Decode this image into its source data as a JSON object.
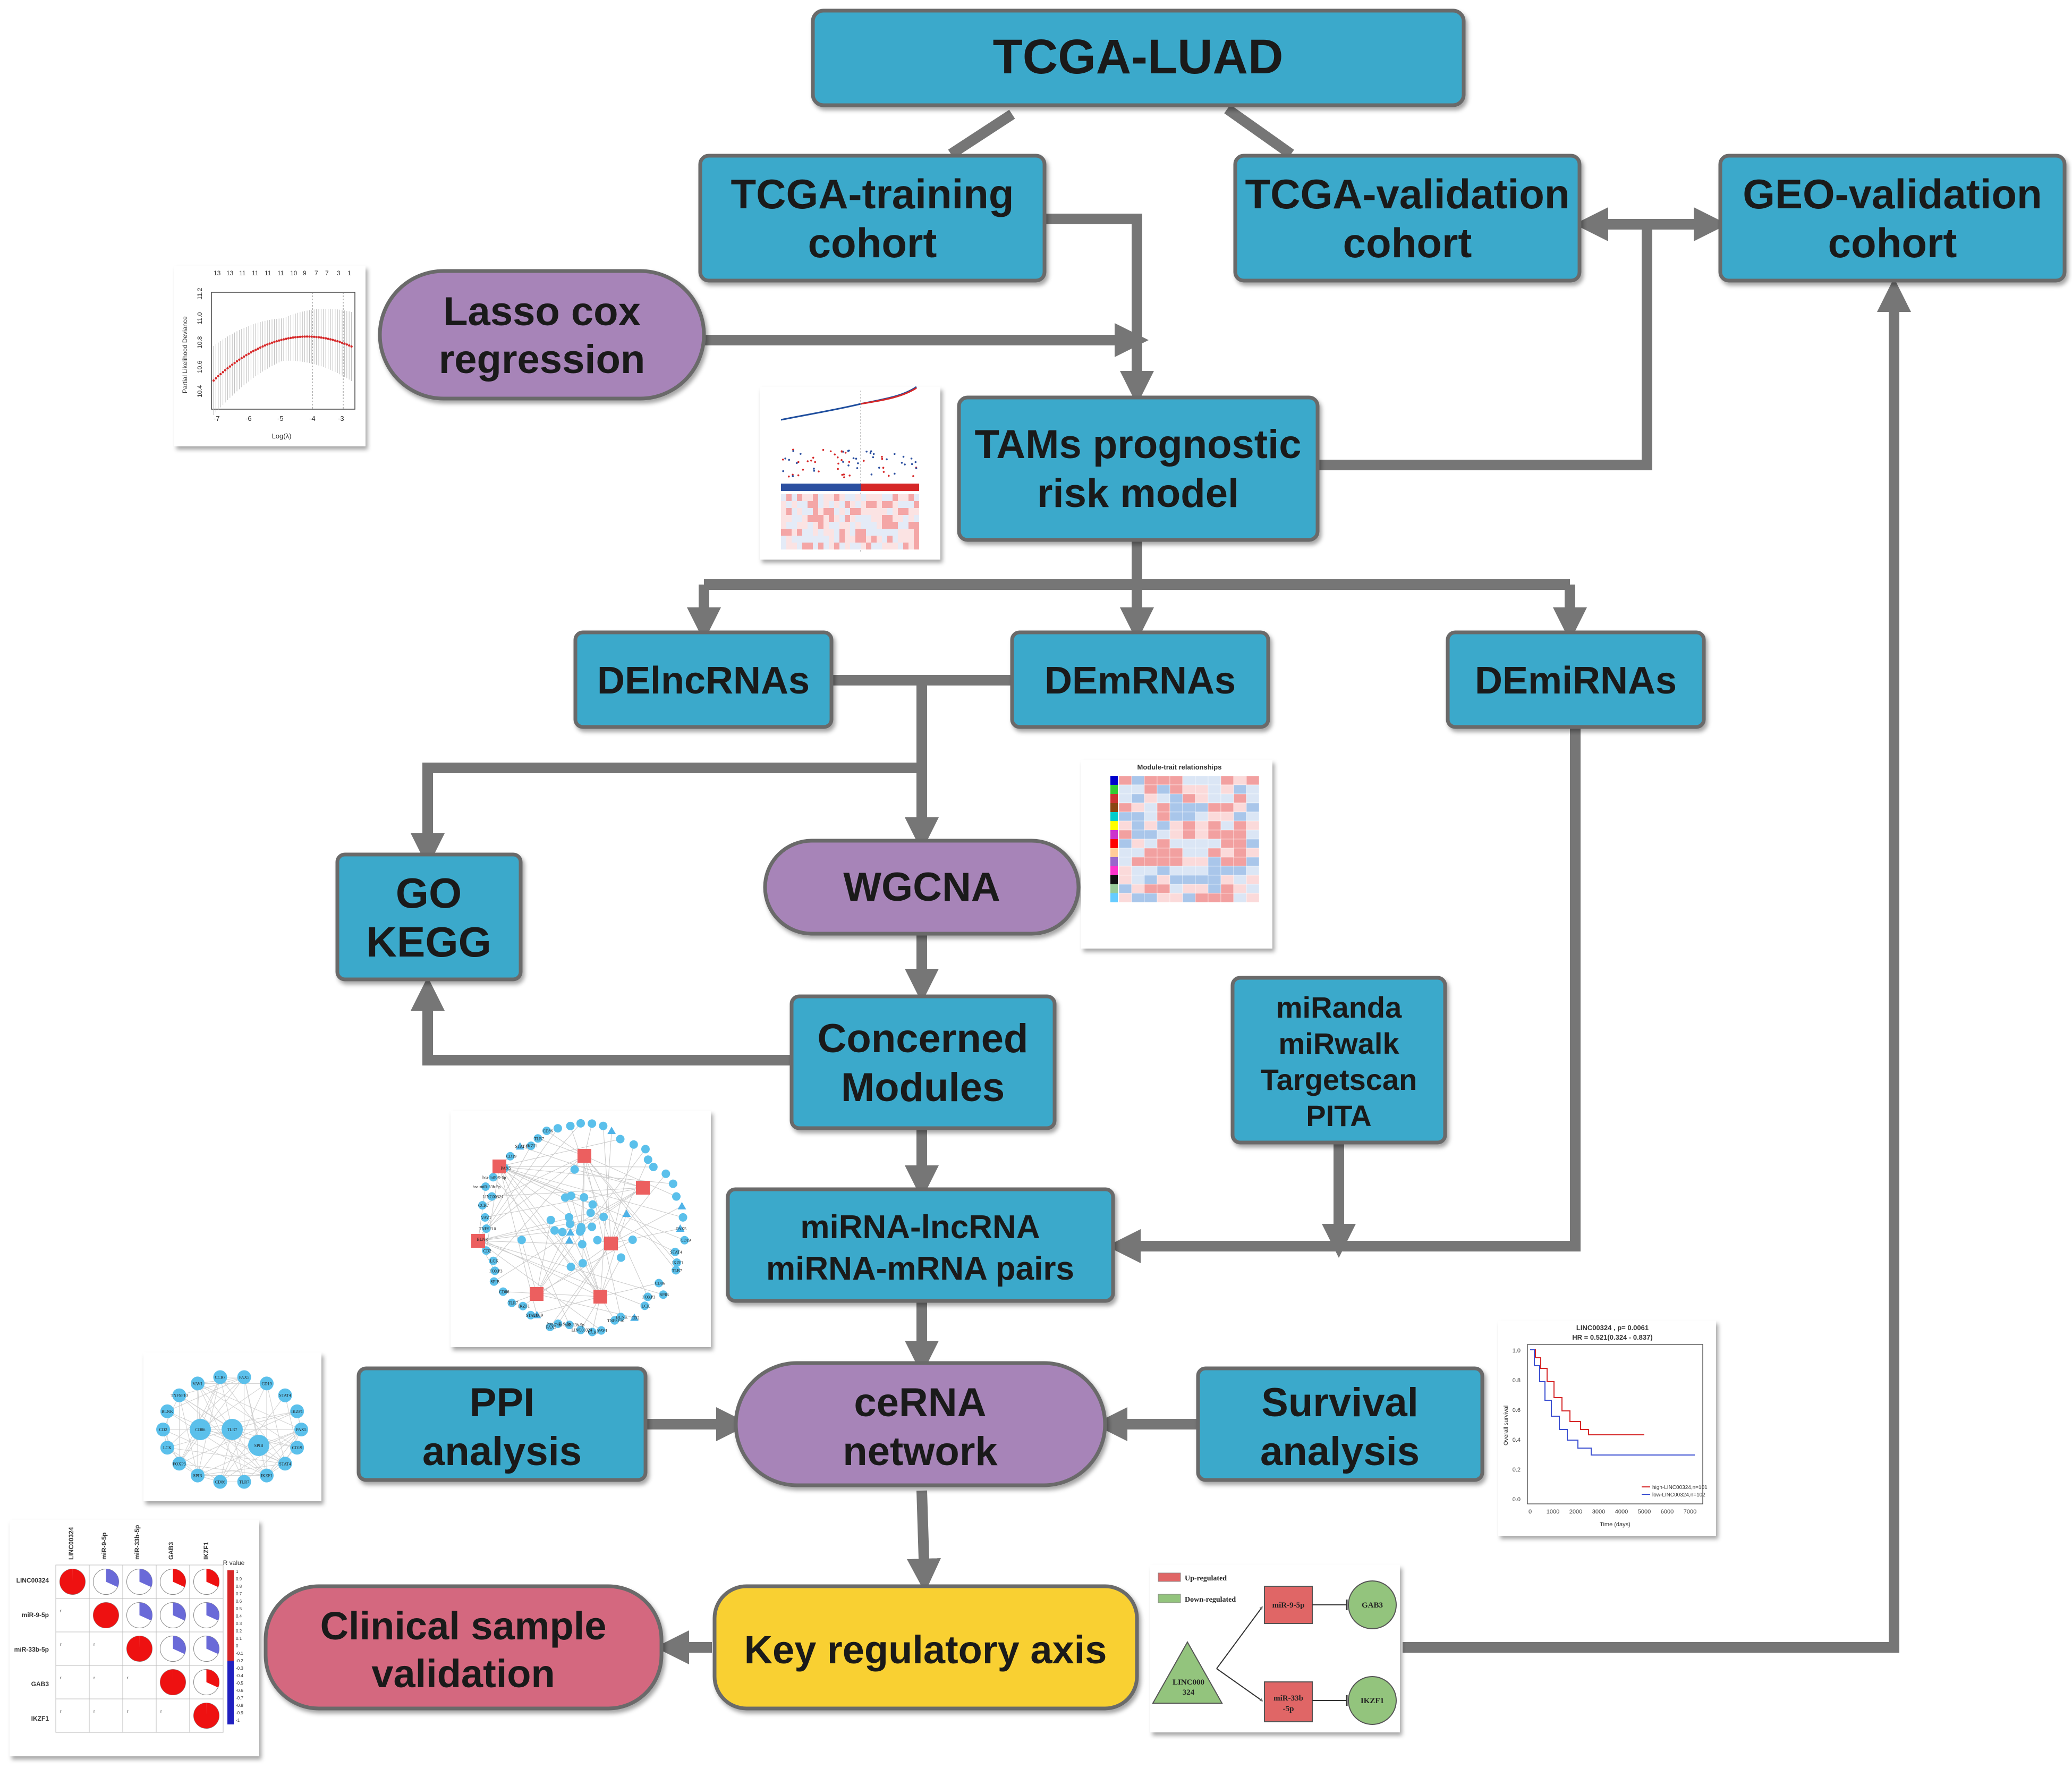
{
  "colors": {
    "teal_box": "#3aa9cb",
    "purple_oval": "#a784b8",
    "yellow_box": "#f9d030",
    "pink_box": "#d4687f",
    "border": "#6b6b6b",
    "arrow": "#767676"
  },
  "nodes": {
    "tcga_luad": "TCGA-LUAD",
    "tcga_training": [
      "TCGA-training",
      "cohort"
    ],
    "tcga_validation": [
      "TCGA-validation",
      "cohort"
    ],
    "geo_validation": [
      "GEO-validation",
      "cohort"
    ],
    "lasso": [
      "Lasso cox",
      "regression"
    ],
    "tams_model": [
      "TAMs prognostic",
      "risk model"
    ],
    "delncrnas": "DElncRNAs",
    "demrnas": "DEmRNAs",
    "demirnas": "DEmiRNAs",
    "go_kegg": [
      "GO",
      "KEGG"
    ],
    "wgcna": "WGCNA",
    "concerned_modules": [
      "Concerned",
      "Modules"
    ],
    "target_tools": [
      "miRanda",
      "miRwalk",
      "Targetscan",
      "PITA"
    ],
    "mirna_pairs": [
      "miRNA-lncRNA",
      "miRNA-mRNA pairs"
    ],
    "ppi": [
      "PPI",
      "analysis"
    ],
    "cerna": [
      "ceRNA",
      "network"
    ],
    "survival": [
      "Survival",
      "analysis"
    ],
    "key_axis": "Key regulatory axis",
    "clinical": [
      "Clinical sample",
      "validation"
    ]
  },
  "thumbnails": {
    "lasso_plot": {
      "top_ticks": [
        "13",
        "13",
        "11",
        "11",
        "11",
        "11",
        "10",
        "9",
        "7",
        "7",
        "3",
        "1"
      ],
      "y_ticks": [
        "11.2",
        "11.0",
        "10.8",
        "10.6",
        "10.4"
      ],
      "x_ticks": [
        "-7",
        "-6",
        "-5",
        "-4",
        "-3"
      ],
      "ylabel": "Partial Likelihood Deviance",
      "xlabel": "Log(λ)"
    },
    "module_trait": {
      "title": "Module-trait relationships"
    },
    "survival_plot": {
      "title_line1": "LINC00324 , p= 0.0061",
      "title_line2": "HR = 0.521(0.324 - 0.837)",
      "y_ticks": [
        "1.0",
        "0.8",
        "0.6",
        "0.4",
        "0.2",
        "0.0"
      ],
      "x_ticks": [
        "0",
        "1000",
        "2000",
        "3000",
        "4000",
        "5000",
        "6000",
        "7000"
      ],
      "ylabel": "Overall survival",
      "xlabel": "Time (days)",
      "legend_high": "high-LINC00324,n=101",
      "legend_low": "low-LINC00324,n=102"
    },
    "corr_plot": {
      "columns": [
        "LINC00324",
        "miR-9-5p",
        "miR-33b-5p",
        "GAB3",
        "IKZF1"
      ],
      "rows": [
        "LINC00324",
        "miR-9-5p",
        "miR-33b-5p",
        "GAB3",
        "IKZF1"
      ],
      "scale_label": "R value",
      "scale_ticks": [
        "1",
        "0.9",
        "0.8",
        "0.7",
        "0.6",
        "0.5",
        "0.4",
        "0.3",
        "0.2",
        "0.1",
        "0",
        "-0.1",
        "-0.2",
        "-0.3",
        "-0.4",
        "-0.5",
        "-0.6",
        "-0.7",
        "-0.8",
        "-0.9",
        "-1"
      ]
    },
    "axis_diagram": {
      "legend_up": "Up-regulated",
      "legend_down": "Down-regulated",
      "lnc_label": [
        "LINC000",
        "324"
      ],
      "mir1": "miR-9-5p",
      "mir2": [
        "miR-33b",
        "-5p"
      ],
      "gene1": "GAB3",
      "gene2": "IKZF1"
    },
    "network_labels": [
      "PAX5",
      "CD19",
      "STAT4",
      "IKZF1",
      "TLR7",
      "CD86",
      "SPIB",
      "FOXP3",
      "LCK",
      "CD2",
      "BLNK",
      "TNFSF10",
      "VAV1",
      "CCR7",
      "LINC00324",
      "hsa-miR-33b-5p",
      "hsa-miR-9-5p"
    ]
  }
}
